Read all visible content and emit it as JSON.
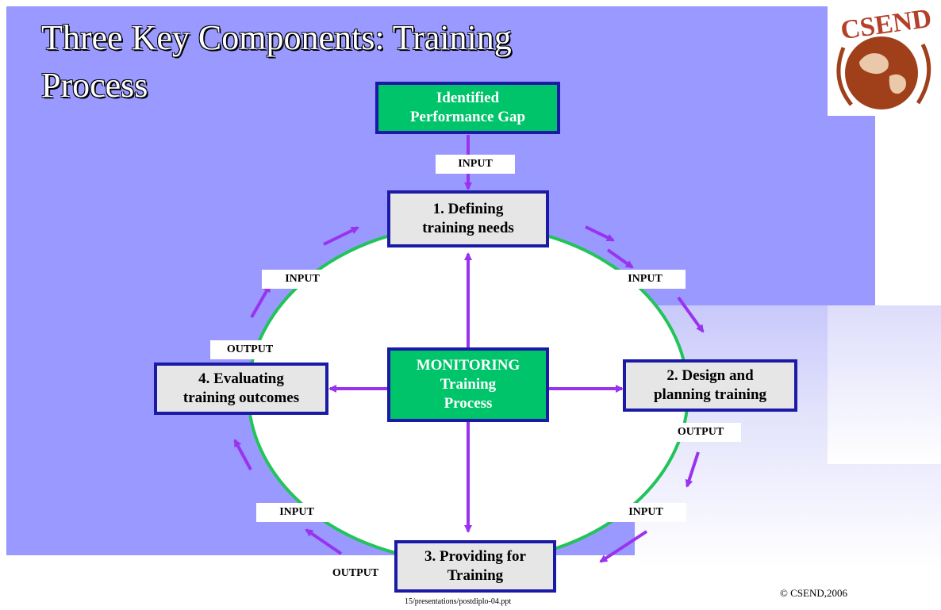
{
  "title_line1": "Three Key Components: Training",
  "title_line2": "Process",
  "logo_text": "CSEND",
  "boxes": {
    "gap": [
      "Identified",
      "Performance Gap"
    ],
    "define": [
      "1. Defining",
      "training needs"
    ],
    "design": [
      "2. Design and",
      "planning training"
    ],
    "provide": [
      "3. Providing for",
      "Training"
    ],
    "evaluate": [
      "4. Evaluating",
      "training outcomes"
    ],
    "monitor": [
      "MONITORING",
      "Training",
      "Process"
    ]
  },
  "tags": {
    "input_top": "INPUT",
    "input_left": "INPUT",
    "input_right": "INPUT",
    "output_left": "OUTPUT",
    "output_right": "OUTPUT",
    "input_bottom_left": "INPUT",
    "input_bottom_right": "INPUT",
    "output_bottom": "OUTPUT"
  },
  "copyright": "© CSEND,2006",
  "file_ref": "15/presentations/postdiplo-04.ppt",
  "colors": {
    "panel": "#9999ff",
    "circle": "#22c45a",
    "arrow": "#9933ee",
    "box_border": "#1a1aa6",
    "green_box": "#00c46a"
  }
}
